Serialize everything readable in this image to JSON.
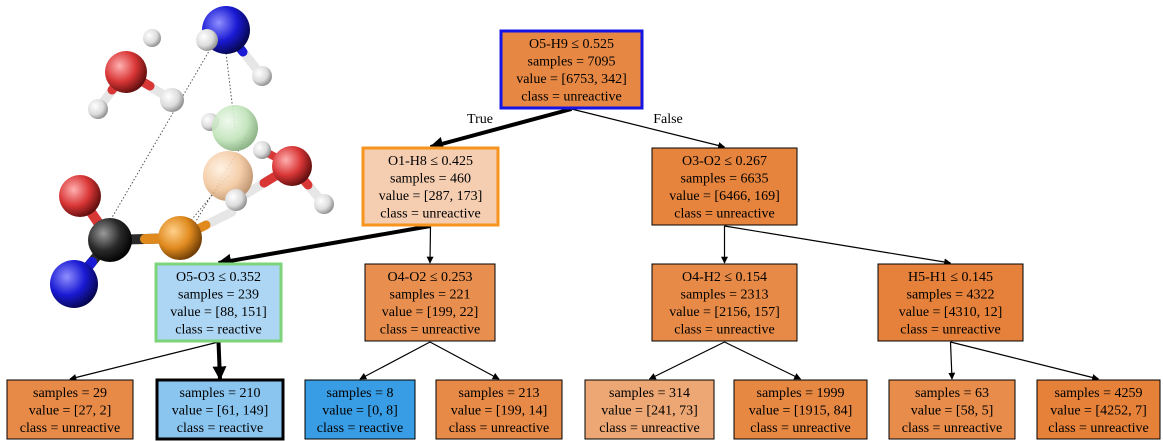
{
  "tree": {
    "nodes": [
      {
        "id": "root",
        "lines": [
          "O5-H9 ≤ 0.525",
          "samples = 7095",
          "value = [6753, 342]",
          "class = unreactive"
        ],
        "fill": "#e68844",
        "border": "#1414e6"
      },
      {
        "id": "n1",
        "lines": [
          "O1-H8 ≤ 0.425",
          "samples = 460",
          "value = [287, 173]",
          "class = unreactive"
        ],
        "fill": "#f5cdb0",
        "border": "#f7941d"
      },
      {
        "id": "n2",
        "lines": [
          "O3-O2 ≤ 0.267",
          "samples = 6635",
          "value = [6466, 169]",
          "class = unreactive"
        ],
        "fill": "#e6843e",
        "border": "#000000"
      },
      {
        "id": "n3",
        "lines": [
          "O5-O3 ≤ 0.352",
          "samples = 239",
          "value = [88, 151]",
          "class = reactive"
        ],
        "fill": "#acd6f4",
        "border": "#7ed47a"
      },
      {
        "id": "n4",
        "lines": [
          "O4-O2 ≤ 0.253",
          "samples = 221",
          "value = [199, 22]",
          "class = unreactive"
        ],
        "fill": "#e88f4f",
        "border": "#000000"
      },
      {
        "id": "n5",
        "lines": [
          "O4-H2 ≤ 0.154",
          "samples = 2313",
          "value = [2156, 157]",
          "class = unreactive"
        ],
        "fill": "#e78a47",
        "border": "#000000"
      },
      {
        "id": "n6",
        "lines": [
          "H5-H1 ≤ 0.145",
          "samples = 4322",
          "value = [4310, 12]",
          "class = unreactive"
        ],
        "fill": "#e5813a",
        "border": "#000000"
      },
      {
        "id": "l1",
        "lines": [
          "samples = 29",
          "value = [27, 2]",
          "class = unreactive"
        ],
        "fill": "#e78a48",
        "border": "#000000"
      },
      {
        "id": "l2",
        "lines": [
          "samples = 210",
          "value = [61, 149]",
          "class = reactive"
        ],
        "fill": "#8ac5f0",
        "border": "#000000"
      },
      {
        "id": "l3",
        "lines": [
          "samples = 8",
          "value = [0, 8]",
          "class = reactive"
        ],
        "fill": "#399de5",
        "border": "#000000"
      },
      {
        "id": "l4",
        "lines": [
          "samples = 213",
          "value = [199, 14]",
          "class = unreactive"
        ],
        "fill": "#e78a47",
        "border": "#000000"
      },
      {
        "id": "l5",
        "lines": [
          "samples = 314",
          "value = [241, 73]",
          "class = unreactive"
        ],
        "fill": "#eda775",
        "border": "#000000"
      },
      {
        "id": "l6",
        "lines": [
          "samples = 1999",
          "value = [1915, 84]",
          "class = unreactive"
        ],
        "fill": "#e68742",
        "border": "#000000"
      },
      {
        "id": "l7",
        "lines": [
          "samples = 63",
          "value = [58, 5]",
          "class = unreactive"
        ],
        "fill": "#e78c4a",
        "border": "#000000"
      },
      {
        "id": "l8",
        "lines": [
          "samples = 4259",
          "value = [4252, 7]",
          "class = unreactive"
        ],
        "fill": "#e58139",
        "border": "#000000"
      }
    ],
    "edges": [
      {
        "from": "root",
        "to": "n1",
        "label": "True",
        "highlighted": true
      },
      {
        "from": "root",
        "to": "n2",
        "label": "False",
        "highlighted": false
      },
      {
        "from": "n1",
        "to": "n3",
        "label": "",
        "highlighted": true
      },
      {
        "from": "n1",
        "to": "n4",
        "label": "",
        "highlighted": false
      },
      {
        "from": "n2",
        "to": "n5",
        "label": "",
        "highlighted": false
      },
      {
        "from": "n2",
        "to": "n6",
        "label": "",
        "highlighted": false
      },
      {
        "from": "n3",
        "to": "l1",
        "label": "",
        "highlighted": false
      },
      {
        "from": "n3",
        "to": "l2",
        "label": "",
        "highlighted": true
      },
      {
        "from": "n4",
        "to": "l3",
        "label": "",
        "highlighted": false
      },
      {
        "from": "n4",
        "to": "l4",
        "label": "",
        "highlighted": false
      },
      {
        "from": "n5",
        "to": "l5",
        "label": "",
        "highlighted": false
      },
      {
        "from": "n5",
        "to": "l6",
        "label": "",
        "highlighted": false
      },
      {
        "from": "n6",
        "to": "l7",
        "label": "",
        "highlighted": false
      },
      {
        "from": "n6",
        "to": "l8",
        "label": "",
        "highlighted": false
      }
    ]
  },
  "molecule": {
    "atoms": [
      {
        "element": "N",
        "color": "#1a1ad4"
      },
      {
        "element": "H",
        "color": "#e6e6e6"
      },
      {
        "element": "H",
        "color": "#e6e6e6"
      },
      {
        "element": "O",
        "color": "#d93636"
      },
      {
        "element": "H",
        "color": "#e6e6e6"
      },
      {
        "element": "H",
        "color": "#e6e6e6"
      },
      {
        "element": "H",
        "color": "#c4e6bf"
      },
      {
        "element": "O",
        "color": "#f2c79e"
      },
      {
        "element": "O",
        "color": "#d93636"
      },
      {
        "element": "H",
        "color": "#e6e6e6"
      },
      {
        "element": "H",
        "color": "#e6e6e6"
      },
      {
        "element": "O",
        "color": "#d93636"
      },
      {
        "element": "C",
        "color": "#2a2a2a"
      },
      {
        "element": "O",
        "color": "#e08a1e"
      },
      {
        "element": "N",
        "color": "#1a1ad4"
      }
    ]
  }
}
